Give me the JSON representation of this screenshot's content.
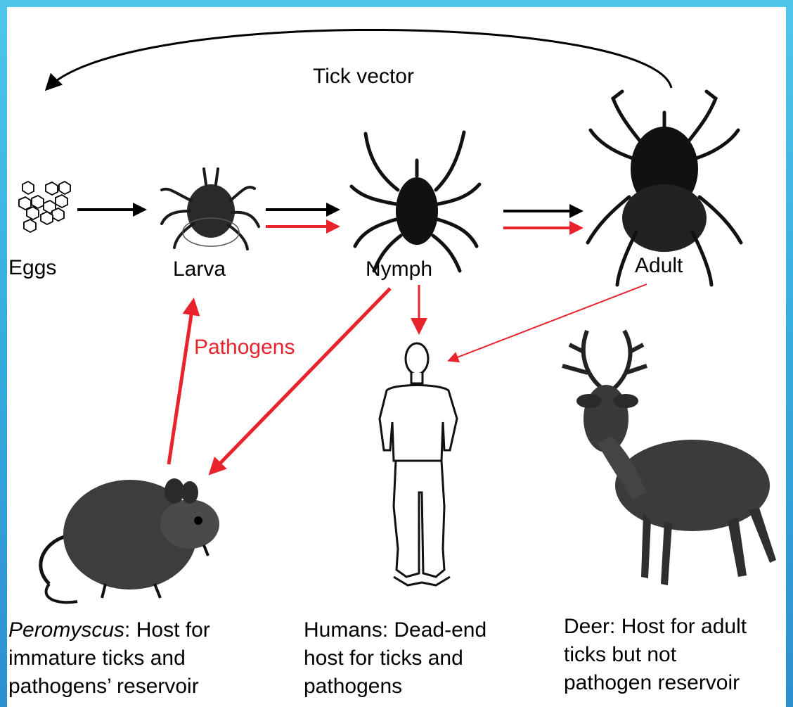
{
  "diagram": {
    "cycle_label": "Tick vector",
    "stages": {
      "eggs": "Eggs",
      "larva": "Larva",
      "nymph": "Nymph",
      "adult": "Adult"
    },
    "pathogens_label": "Pathogens",
    "hosts": {
      "peromyscus": {
        "name": "Peromyscus",
        "line1_rest": ": Host for",
        "line2": "immature ticks and",
        "line3": "pathogens’ reservoir"
      },
      "humans": {
        "line1": "Humans: Dead-end",
        "line2": "host for ticks and",
        "line3": "pathogens"
      },
      "deer": {
        "line1": "Deer: Host for adult",
        "line2": "ticks but not",
        "line3": "pathogen reservoir"
      }
    },
    "colors": {
      "tick_arrow": "#000000",
      "pathogen_arrow": "#e8232b",
      "background": "#ffffff",
      "frame": "#3aaee0"
    }
  }
}
